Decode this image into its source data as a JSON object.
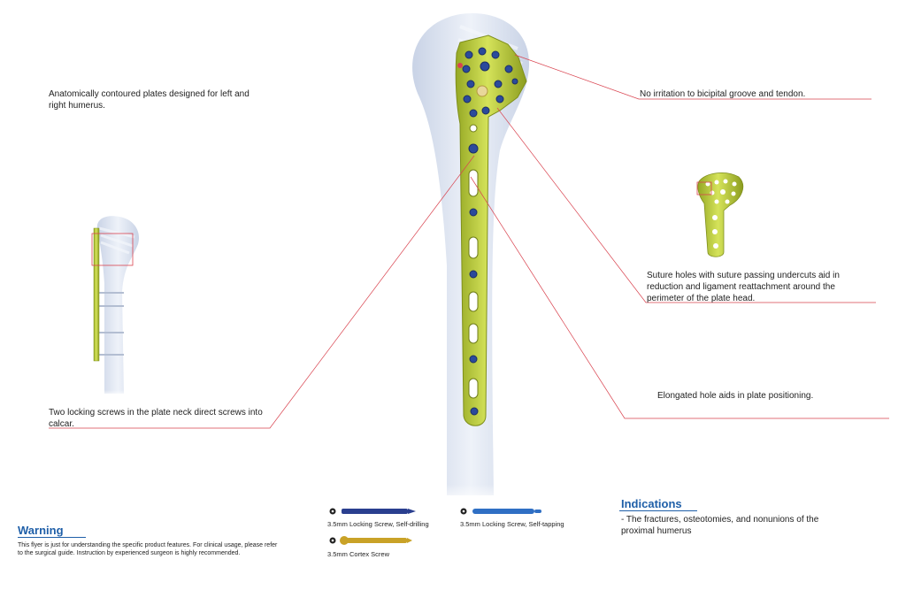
{
  "callouts": {
    "contoured": "Anatomically contoured plates designed for left and right humerus.",
    "bicipital": "No irritation to bicipital groove and tendon.",
    "suture": "Suture holes with suture passing undercuts aid in reduction and ligament reattachment around the perimeter of the plate head.",
    "calcar": "Two locking screws in the plate neck direct screws into calcar.",
    "elongated": "Elongated hole aids in plate positioning."
  },
  "screws": [
    {
      "label": "3.5mm Locking Screw, Self-drilling",
      "color": "#2a3f8f"
    },
    {
      "label": "3.5mm Locking Screw, Self-tapping",
      "color": "#2f6fc4"
    },
    {
      "label": "3.5mm Cortex Screw",
      "color": "#c9a227"
    }
  ],
  "indications": {
    "title": "Indications",
    "text": "- The fractures, osteotomies, and nonunions of the proximal humerus"
  },
  "warning": {
    "title": "Warning",
    "text": "This flyer is just for understanding the specific product features. For clinical usage, please refer to the surgical guide. Instruction by experienced surgeon is highly recommended."
  },
  "colors": {
    "plate": "#bcd13a",
    "bone": "#dbe4f2",
    "leader": "#d9434f",
    "accent": "#1f5fa8"
  }
}
